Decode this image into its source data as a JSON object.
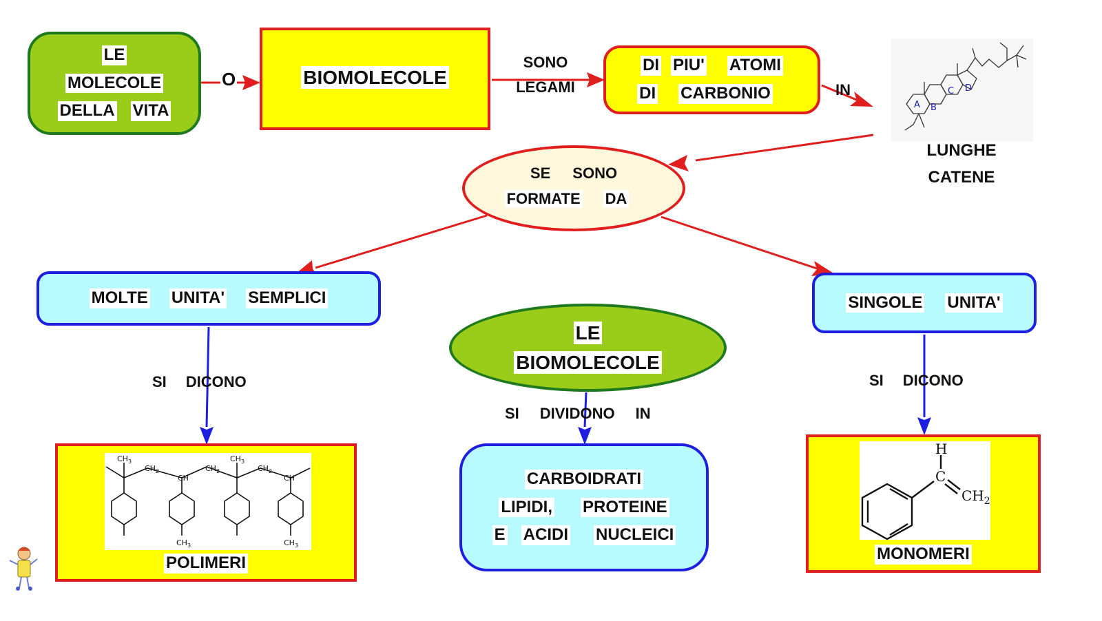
{
  "colors": {
    "red_arrow": "#E01E1E",
    "blue_arrow": "#1E1EE0",
    "green_fill": "#9ACD1A",
    "green_border": "#1F7A1F",
    "yellow_fill": "#FFFF00",
    "cyan_fill": "#B8FBFF",
    "cream_fill": "#FFF8DC"
  },
  "nodes": {
    "molecole": {
      "l1": "LE",
      "l2": "MOLECOLE",
      "l3a": "DELLA",
      "l3b": "VITA"
    },
    "biomolecole_top": {
      "text": "BIOMOLECOLE"
    },
    "atomi": {
      "l1a": "DI",
      "l1b": "PIU'",
      "l1c": "ATOMI",
      "l2a": "DI",
      "l2b": "CARBONIO"
    },
    "lunghe": {
      "l1": "LUNGHE",
      "l2": "CATENE",
      "ring_a": "A",
      "ring_b": "B",
      "ring_c": "C",
      "ring_d": "D"
    },
    "formate": {
      "l1a": "SE",
      "l1b": "SONO",
      "l2a": "FORMATE",
      "l2b": "DA"
    },
    "molte": {
      "a": "MOLTE",
      "b": "UNITA'",
      "c": "SEMPLICI"
    },
    "singole": {
      "a": "SINGOLE",
      "b": "UNITA'"
    },
    "le_bio": {
      "l1": "LE",
      "l2": "BIOMOLECOLE"
    },
    "carbo": {
      "l1": "CARBOIDRATI",
      "l2a": "LIPIDI,",
      "l2b": "PROTEINE",
      "l3a": "E",
      "l3b": "ACIDI",
      "l3c": "NUCLEICI"
    },
    "polimeri": {
      "text": "POLIMERI",
      "ch3": "CH",
      "ch2": "CH",
      "ch": "CH",
      "sub3": "3",
      "sub2": "2"
    },
    "monomeri": {
      "text": "MONOMERI",
      "h": "H",
      "c": "C",
      "ch2": "CH",
      "sub2": "2"
    }
  },
  "labels": {
    "o": "O",
    "sono": "SONO",
    "legami": "LEGAMI",
    "in": "IN",
    "si_dicono_left_a": "SI",
    "si_dicono_left_b": "DICONO",
    "si_dividono_a": "SI",
    "si_dividono_b": "DIVIDONO",
    "si_dividono_c": "IN",
    "si_dicono_right_a": "SI",
    "si_dicono_right_b": "DICONO"
  }
}
